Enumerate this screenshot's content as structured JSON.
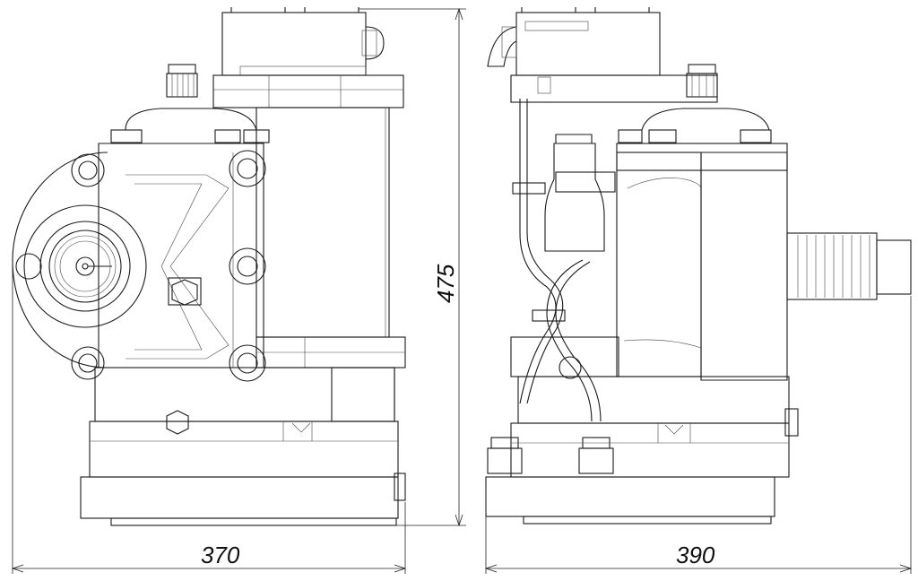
{
  "dimensions": {
    "height_label": "475",
    "left_width_label": "370",
    "right_width_label": "390"
  },
  "colors": {
    "line": "#1a1a1a",
    "background": "#ffffff"
  }
}
